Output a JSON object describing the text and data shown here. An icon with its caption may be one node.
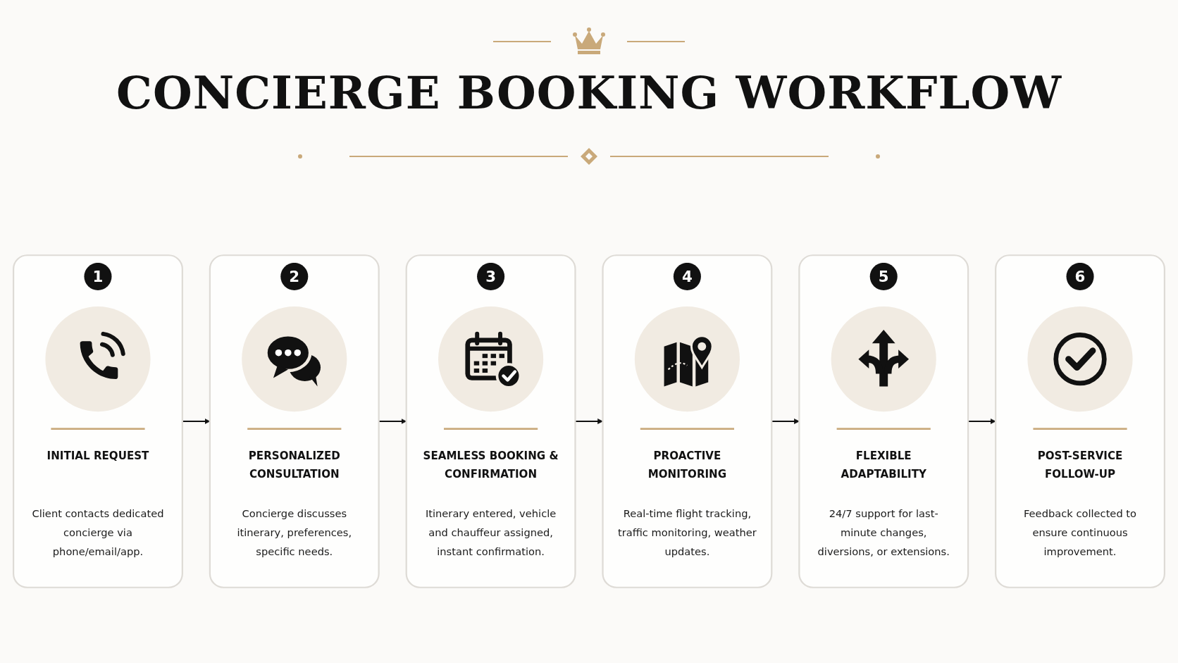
{
  "diagram": {
    "title": "CONCIERGE BOOKING WORKFLOW",
    "nodes": [
      {
        "text": [
          "1",
          "INITIAL REQUEST",
          "Client contacts dedicated concierge via phone/email/app."
        ]
      },
      {
        "text": [
          "2",
          "PERSONALIZED CONSULTATION",
          "Concierge discusses itinerary, preferences, specific needs."
        ]
      },
      {
        "text": [
          "3",
          "SEAMLESS BOOKING & CONFIRMATION",
          "Itinerary entered, vehicle and chauffeur assigned, instant confirmation."
        ]
      },
      {
        "text": [
          "4",
          "PROACTIVE MONITORING",
          "Real-time flight tracking, traffic monitoring, weather updates."
        ]
      },
      {
        "text": [
          "5",
          "FLEXIBLE ADAPTABILITY",
          "24/7 support for last-minute changes, diversions, or extensions."
        ]
      },
      {
        "text": [
          "6",
          "POST-SERVICE FOLLOW-UP",
          "Feedback collected to ensure continuous improvement."
        ]
      }
    ],
    "edges": [
      {
        "from": 0,
        "to": 1,
        "arrow": "to"
      },
      {
        "from": 1,
        "to": 2,
        "arrow": "to"
      },
      {
        "from": 2,
        "to": 3,
        "arrow": "to"
      },
      {
        "from": 3,
        "to": 4,
        "arrow": "to"
      },
      {
        "from": 4,
        "to": 5,
        "arrow": "to"
      }
    ]
  }
}
